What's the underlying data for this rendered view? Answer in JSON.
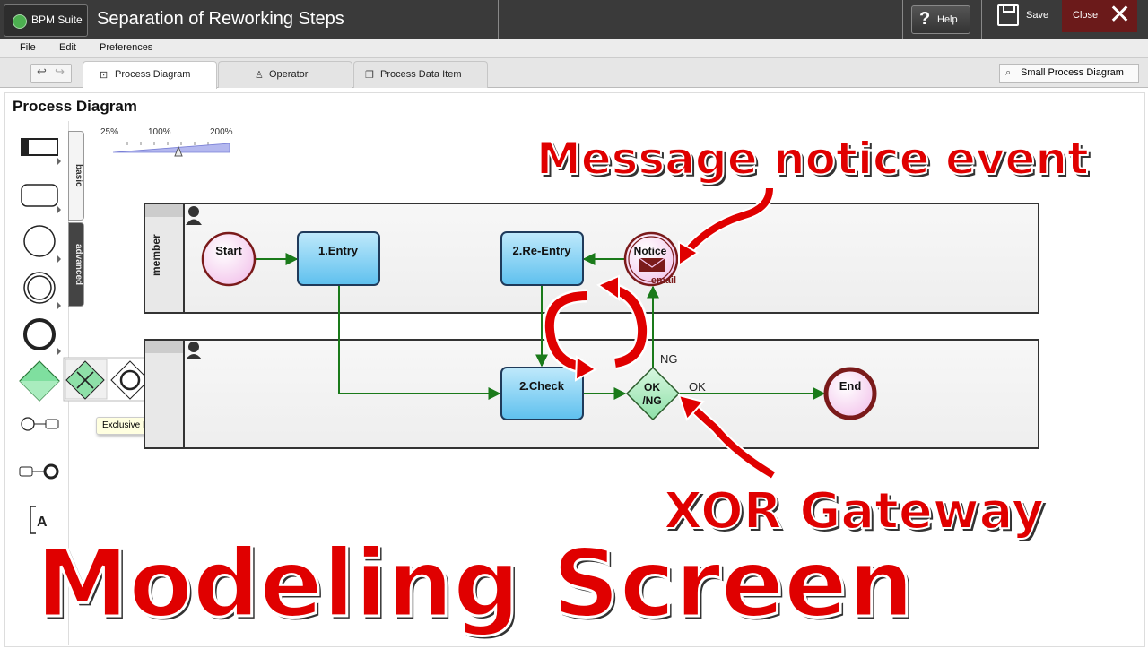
{
  "app": {
    "logo_text": "BPM Suite",
    "window_title": "Separation of Reworking Steps",
    "help_label": "Help",
    "save_label": "Save",
    "close_label": "Close"
  },
  "menu": {
    "items": [
      "File",
      "Edit",
      "Preferences"
    ]
  },
  "tabs": [
    {
      "label": "Process Diagram",
      "icon": "diagram-icon",
      "active": true
    },
    {
      "label": "Operator",
      "icon": "user-icon",
      "active": false
    },
    {
      "label": "Process Data Item",
      "icon": "copy-icon",
      "active": false
    }
  ],
  "small_diagram_label": "Small Process Diagram",
  "page_title": "Process Diagram",
  "zoom": {
    "min": "25%",
    "mid": "100%",
    "max": "200%",
    "level_pct": 125
  },
  "palette_tabs": {
    "basic": "basic",
    "advanced": "advanced"
  },
  "tooltip": "Exclusive Data Based Gateway (XOR)",
  "diagram": {
    "lane1_label": "member",
    "start": "Start",
    "entry": "1.Entry",
    "reentry": "2.Re-Entry",
    "notice": "Notice",
    "email": "email",
    "check": "2.Check",
    "gateway_line1": "OK",
    "gateway_line2": "/NG",
    "ng": "NG",
    "ok": "OK",
    "end": "End"
  },
  "overlay": {
    "message_notice": "Message notice event",
    "xor_gateway": "XOR Gateway",
    "modeling_screen": "Modeling Screen"
  },
  "colors": {
    "task_fill": "#7fd0f5",
    "flow_green": "#1a7a1a",
    "event_dark": "#7a1a1a",
    "annotation_red": "#e00000"
  }
}
